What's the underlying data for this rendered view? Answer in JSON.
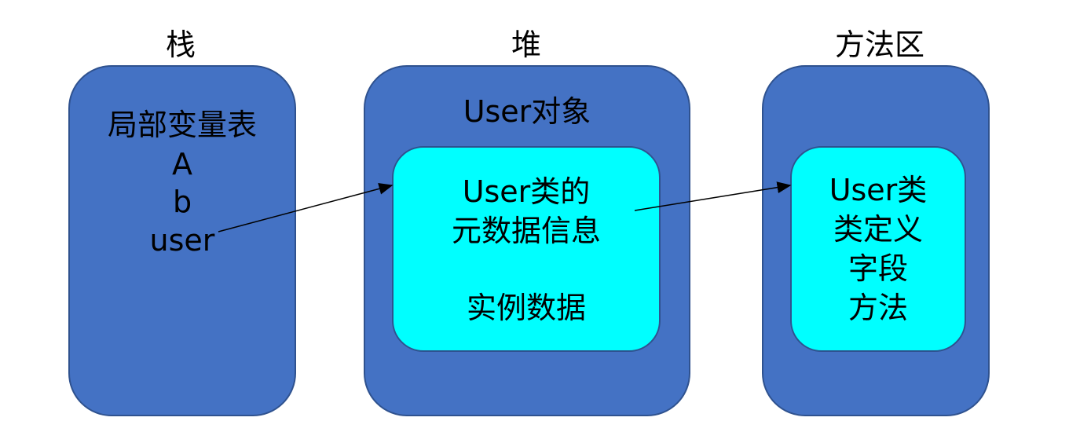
{
  "stack": {
    "title": "栈",
    "lines": [
      "局部变量表",
      "A",
      "b",
      "user"
    ]
  },
  "heap": {
    "title": "堆",
    "object_label": "User对象",
    "metadata_line1": "User类的",
    "metadata_line2": "元数据信息",
    "instance_data": "实例数据"
  },
  "method_area": {
    "title": "方法区",
    "lines": [
      "User类",
      "类定义",
      "字段",
      "方法"
    ]
  },
  "colors": {
    "outer_box": "#4472c4",
    "inner_box": "#00ffff",
    "border": "#2f528f",
    "arrow": "#000000"
  }
}
